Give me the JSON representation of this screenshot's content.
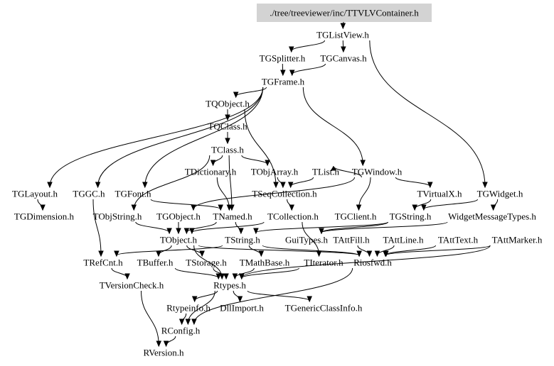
{
  "graph": {
    "title": "./tree/treeviewer/inc/TTVLVContainer.h",
    "root": "./tree/treeviewer/inc/TTVLVContainer.h",
    "colors": {
      "root_fill": "#d3d3d3",
      "edge": "#000000",
      "text": "#000000"
    },
    "nodes": [
      "./tree/treeviewer/inc/TTVLVContainer.h",
      "TGListView.h",
      "TGSplitter.h",
      "TGCanvas.h",
      "TGFrame.h",
      "TQObject.h",
      "TQClass.h",
      "TClass.h",
      "TDictionary.h",
      "TObjArray.h",
      "TList.h",
      "TGWindow.h",
      "TSeqCollection.h",
      "TVirtualX.h",
      "TGWidget.h",
      "TGLayout.h",
      "TGGC.h",
      "TGFont.h",
      "TGDimension.h",
      "TObjString.h",
      "TGObject.h",
      "TNamed.h",
      "TCollection.h",
      "TGClient.h",
      "TGString.h",
      "WidgetMessageTypes.h",
      "TObject.h",
      "TString.h",
      "GuiTypes.h",
      "TAttFill.h",
      "TAttLine.h",
      "TAttText.h",
      "TAttMarker.h",
      "TRefCnt.h",
      "TBuffer.h",
      "TStorage.h",
      "TMathBase.h",
      "TIterator.h",
      "Riosfwd.h",
      "TVersionCheck.h",
      "Rtypes.h",
      "Rtypeinfo.h",
      "DllImport.h",
      "TGenericClassInfo.h",
      "RConfig.h",
      "RVersion.h"
    ],
    "edges": [
      [
        "./tree/treeviewer/inc/TTVLVContainer.h",
        "TGListView.h"
      ],
      [
        "TGListView.h",
        "TGSplitter.h"
      ],
      [
        "TGListView.h",
        "TGCanvas.h"
      ],
      [
        "TGListView.h",
        "TGWidget.h"
      ],
      [
        "TGSplitter.h",
        "TGFrame.h"
      ],
      [
        "TGCanvas.h",
        "TGFrame.h"
      ],
      [
        "TGFrame.h",
        "TQObject.h"
      ],
      [
        "TGFrame.h",
        "TGWindow.h"
      ],
      [
        "TGFrame.h",
        "TGLayout.h"
      ],
      [
        "TGFrame.h",
        "TGGC.h"
      ],
      [
        "TGFrame.h",
        "TGFont.h"
      ],
      [
        "TQObject.h",
        "TQClass.h"
      ],
      [
        "TQObject.h",
        "TSeqCollection.h"
      ],
      [
        "TQClass.h",
        "TClass.h"
      ],
      [
        "TClass.h",
        "TDictionary.h"
      ],
      [
        "TClass.h",
        "TObjArray.h"
      ],
      [
        "TClass.h",
        "TObjString.h"
      ],
      [
        "TClass.h",
        "TNamed.h"
      ],
      [
        "TObjArray.h",
        "TSeqCollection.h"
      ],
      [
        "TList.h",
        "TSeqCollection.h"
      ],
      [
        "TGWindow.h",
        "TList.h"
      ],
      [
        "TGWindow.h",
        "TVirtualX.h"
      ],
      [
        "TGWindow.h",
        "TGClient.h"
      ],
      [
        "TGWindow.h",
        "TGObject.h"
      ],
      [
        "TVirtualX.h",
        "TGString.h"
      ],
      [
        "TGWidget.h",
        "WidgetMessageTypes.h"
      ],
      [
        "TGWidget.h",
        "TGString.h"
      ],
      [
        "TGLayout.h",
        "TGDimension.h"
      ],
      [
        "TGGC.h",
        "TRefCnt.h"
      ],
      [
        "TGFont.h",
        "TNamed.h"
      ],
      [
        "TDictionary.h",
        "TNamed.h"
      ],
      [
        "TSeqCollection.h",
        "TCollection.h"
      ],
      [
        "TObjString.h",
        "TObject.h"
      ],
      [
        "TGObject.h",
        "TObject.h"
      ],
      [
        "TNamed.h",
        "TObject.h"
      ],
      [
        "TNamed.h",
        "TString.h"
      ],
      [
        "TCollection.h",
        "TObject.h"
      ],
      [
        "TCollection.h",
        "TIterator.h"
      ],
      [
        "TGString.h",
        "TString.h"
      ],
      [
        "TGString.h",
        "GuiTypes.h"
      ],
      [
        "WidgetMessageTypes.h",
        "GuiTypes.h"
      ],
      [
        "TObject.h",
        "TStorage.h"
      ],
      [
        "TObject.h",
        "TBuffer.h"
      ],
      [
        "TObject.h",
        "Rtypes.h"
      ],
      [
        "TObject.h",
        "Riosfwd.h"
      ],
      [
        "TString.h",
        "TRefCnt.h"
      ],
      [
        "TString.h",
        "TMathBase.h"
      ],
      [
        "TString.h",
        "Riosfwd.h"
      ],
      [
        "TAttFill.h",
        "Riosfwd.h"
      ],
      [
        "TAttLine.h",
        "Riosfwd.h"
      ],
      [
        "TAttText.h",
        "Riosfwd.h"
      ],
      [
        "TAttMarker.h",
        "Riosfwd.h"
      ],
      [
        "TAttMarker.h",
        "Rtypes.h"
      ],
      [
        "TStorage.h",
        "Rtypes.h"
      ],
      [
        "TMathBase.h",
        "Rtypes.h"
      ],
      [
        "TIterator.h",
        "Rtypes.h"
      ],
      [
        "TBuffer.h",
        "Rtypes.h"
      ],
      [
        "TRefCnt.h",
        "TVersionCheck.h"
      ],
      [
        "Rtypes.h",
        "Rtypeinfo.h"
      ],
      [
        "Rtypes.h",
        "DllImport.h"
      ],
      [
        "Rtypes.h",
        "TGenericClassInfo.h"
      ],
      [
        "Rtypes.h",
        "RConfig.h"
      ],
      [
        "Riosfwd.h",
        "RConfig.h"
      ],
      [
        "Rtypeinfo.h",
        "RConfig.h"
      ],
      [
        "RConfig.h",
        "RVersion.h"
      ],
      [
        "TVersionCheck.h",
        "RVersion.h"
      ]
    ]
  }
}
